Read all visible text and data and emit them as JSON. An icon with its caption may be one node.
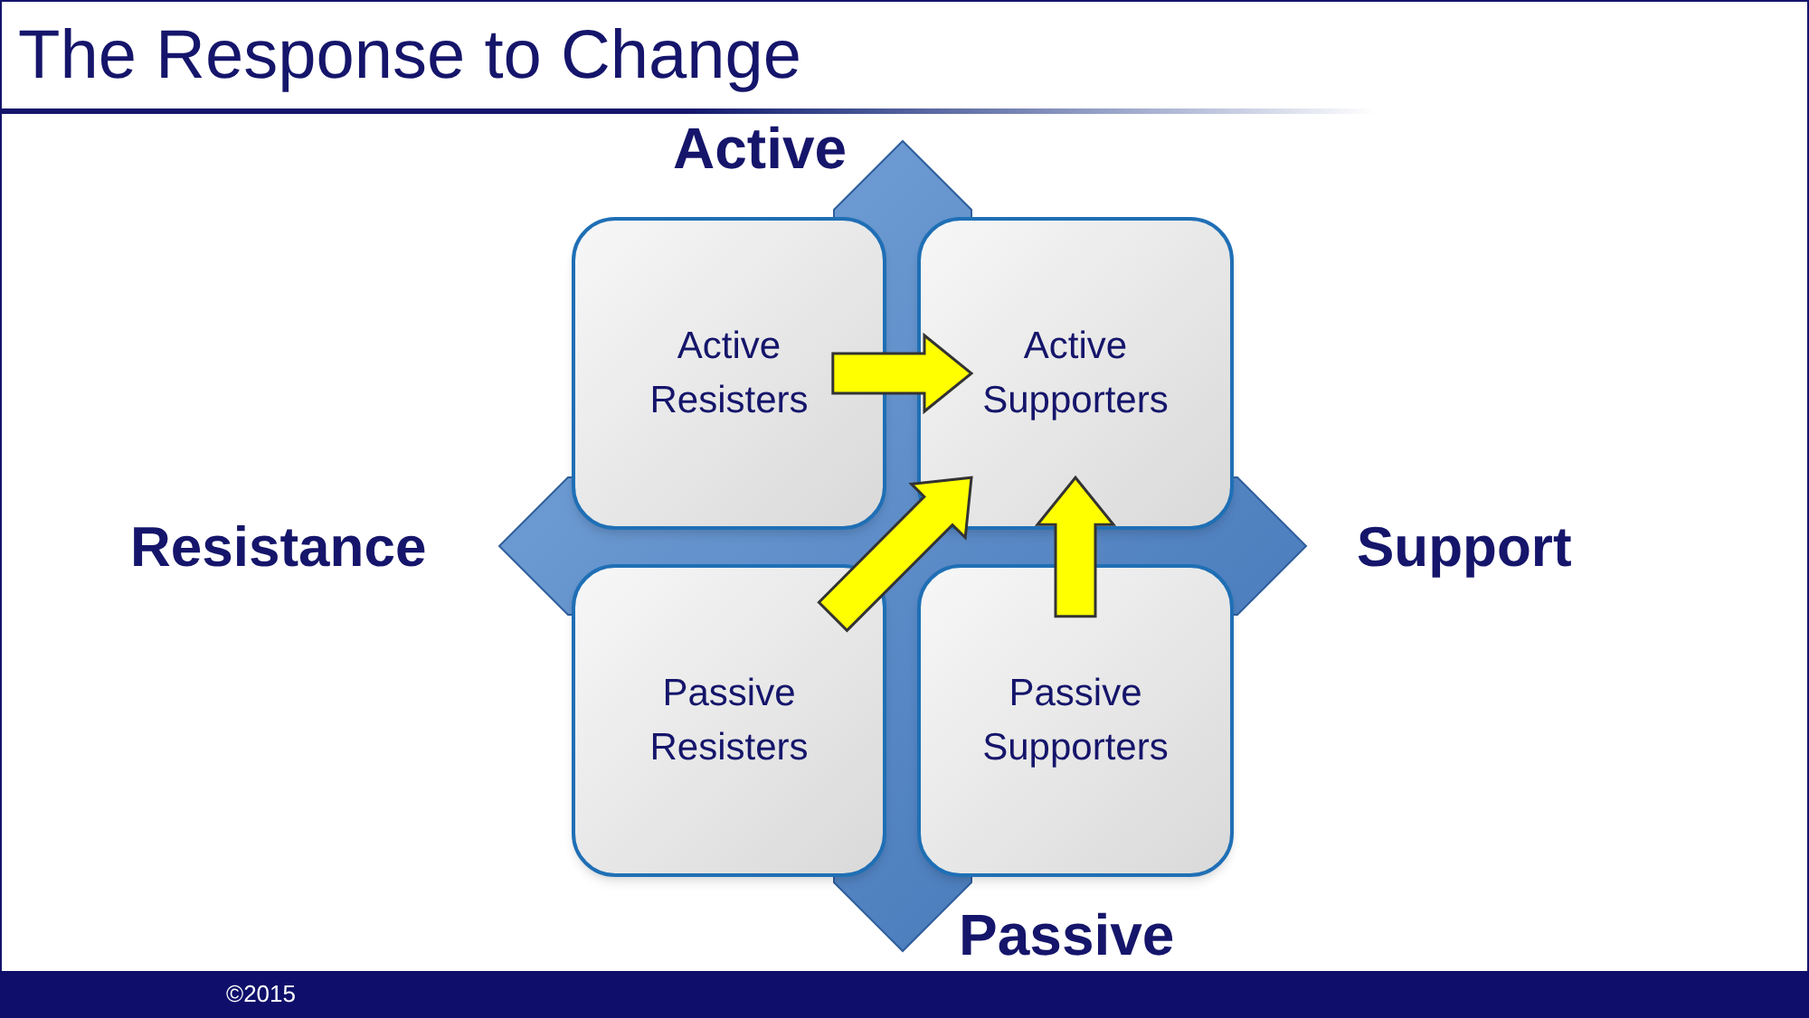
{
  "diagram": {
    "title": "The Response to Change",
    "nodes": [
      {
        "text": [
          "Active Resisters"
        ]
      },
      {
        "text": [
          "Active Supporters"
        ]
      },
      {
        "text": [
          "Passive Resisters"
        ]
      },
      {
        "text": [
          "Passive Supporters"
        ]
      }
    ],
    "edges": [
      {
        "from": 0,
        "to": 1,
        "arrow": "to"
      },
      {
        "from": 2,
        "to": 1,
        "arrow": "to"
      },
      {
        "from": 3,
        "to": 1,
        "arrow": "to"
      }
    ],
    "labels": [
      "Active",
      "Resistance",
      "Support",
      "Passive",
      "©2015"
    ]
  }
}
